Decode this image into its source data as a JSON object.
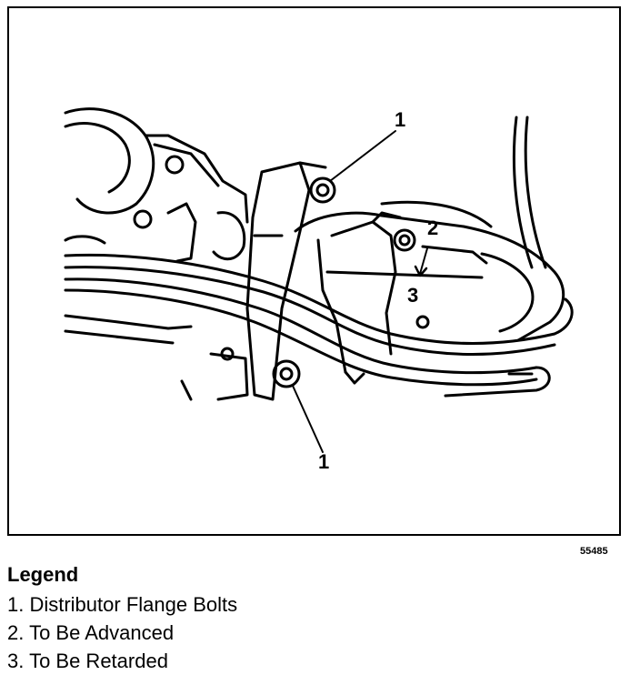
{
  "figure": {
    "callouts": {
      "bolt_top": "1",
      "bolt_bottom": "1",
      "advance": "2",
      "retard": "3"
    },
    "figure_id": "55485"
  },
  "legend": {
    "title": "Legend",
    "items": [
      "1. Distributor Flange Bolts",
      "2. To Be Advanced",
      "3. To Be Retarded"
    ]
  }
}
